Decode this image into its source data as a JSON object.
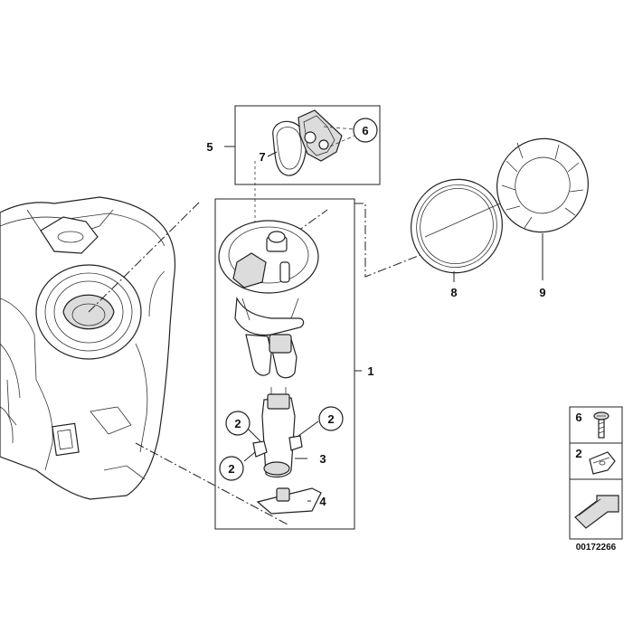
{
  "callouts": {
    "c1": "1",
    "c2a": "2",
    "c2b": "2",
    "c2c": "2",
    "c3": "3",
    "c4": "4",
    "c5": "5",
    "c6": "6",
    "c7": "7",
    "c8": "8",
    "c9": "9"
  },
  "legend": {
    "row1_label": "6",
    "row2_label": "2"
  },
  "diagram_code": "00172266"
}
